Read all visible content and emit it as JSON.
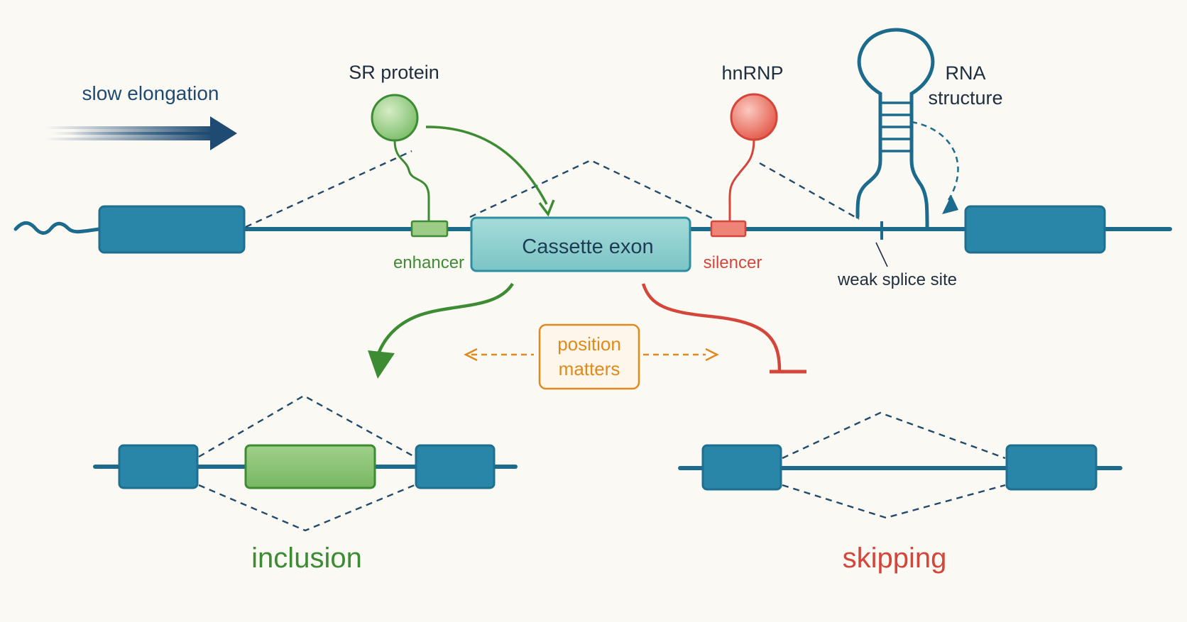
{
  "labels": {
    "slow_elongation": "slow elongation",
    "sr_protein": "SR protein",
    "hnrnp": "hnRNP",
    "rna_structure_line1": "RNA",
    "rna_structure_line2": "structure",
    "cassette_exon": "Cassette exon",
    "enhancer": "enhancer",
    "silencer": "silencer",
    "weak_splice_site": "weak splice site",
    "position_matters_line1": "position",
    "position_matters_line2": "matters",
    "inclusion": "inclusion",
    "skipping": "skipping"
  },
  "colors": {
    "background": "#fbf9f4",
    "exon_blue": "#2a86a8",
    "exon_blue_stroke": "#1f6f8f",
    "rna_line": "#1c6a8c",
    "dashed_navy": "#234a6b",
    "cassette_fill": "#8ecfcf",
    "green": "#3d8b33",
    "green_fill": "#8cc47a",
    "red": "#d4453a",
    "red_fill": "#ec7e72",
    "orange": "#e08a1e",
    "navy_arrow": "#1f4b72"
  }
}
